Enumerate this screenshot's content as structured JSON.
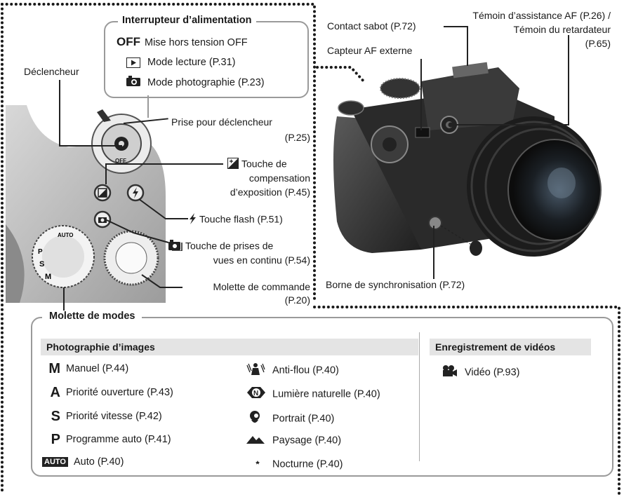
{
  "power_switch": {
    "title": "Interrupteur d’alimentation",
    "items": [
      {
        "symbol": "OFF",
        "label": "Mise hors tension OFF"
      },
      {
        "symbol": "play-icon",
        "label": "Mode lecture (P.31)"
      },
      {
        "symbol": "camera-icon",
        "label": "Mode photographie (P.23)"
      }
    ]
  },
  "callouts": {
    "shutter": "Déclencheur",
    "release_socket_line1": "Prise pour déclencheur",
    "release_socket_line2": "(P.25)",
    "exposure_line1": "Touche de",
    "exposure_line2": "compensation",
    "exposure_line3": "d’exposition (P.45)",
    "flash": "Touche flash (P.51)",
    "burst_line1": "Touche de prises de",
    "burst_line2": "vues en continu (P.54)",
    "command_dial_line1": "Molette de commande",
    "command_dial_line2": "(P.20)",
    "hot_shoe": "Contact sabot (P.72)",
    "af_assist_line1": "Témoin d’assistance AF (P.26) /",
    "af_assist_line2": "Témoin du retardateur",
    "af_assist_line3": "(P.65)",
    "external_af": "Capteur AF externe",
    "sync_terminal": "Borne de synchronisation (P.72)"
  },
  "mode_dial": {
    "title": "Molette de modes",
    "photo_heading": "Photographie d’images",
    "video_heading": "Enregistrement de vidéos",
    "photo_left": [
      {
        "symbol": "M",
        "label": "Manuel (P.44)"
      },
      {
        "symbol": "A",
        "label": "Priorité ouverture (P.43)"
      },
      {
        "symbol": "S",
        "label": "Priorité vitesse (P.42)"
      },
      {
        "symbol": "P",
        "label": "Programme auto (P.41)"
      },
      {
        "symbol": "AUTO",
        "label": "Auto (P.40)"
      }
    ],
    "photo_right": [
      {
        "symbol": "anti-blur-icon",
        "label": "Anti-flou (P.40)"
      },
      {
        "symbol": "natural-light-icon",
        "label": "Lumière naturelle (P.40)"
      },
      {
        "symbol": "portrait-icon",
        "label": "Portrait (P.40)"
      },
      {
        "symbol": "landscape-icon",
        "label": "Paysage (P.40)"
      },
      {
        "symbol": "night-icon",
        "label": "Nocturne (P.40)"
      }
    ],
    "video": [
      {
        "symbol": "movie-icon",
        "label": "Vidéo (P.93)"
      }
    ]
  },
  "dial_letters": {
    "off": "OFF",
    "auto": "AUTO"
  }
}
